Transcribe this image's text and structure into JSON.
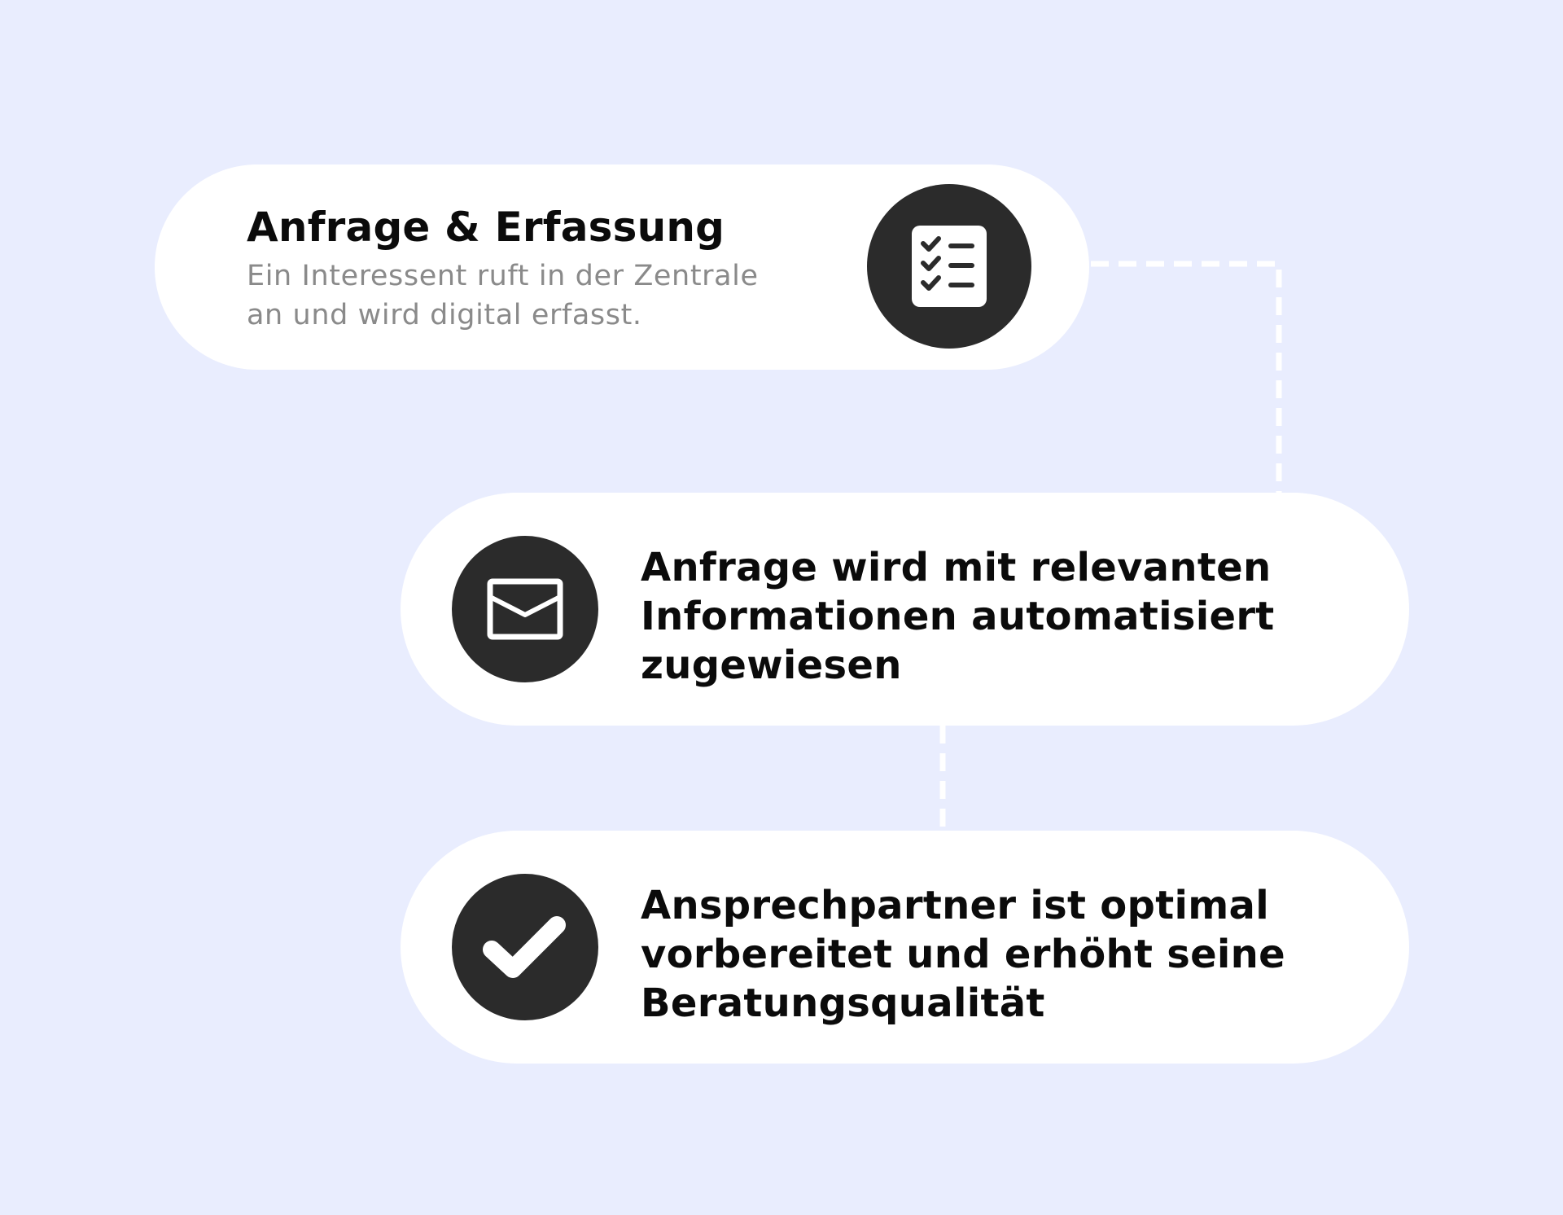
{
  "steps": [
    {
      "title": "Anfrage & Erfassung",
      "description_lines": [
        "Ein Interessent ruft in der Zentrale",
        "an und wird digital erfasst."
      ],
      "icon": "checklist-icon"
    },
    {
      "text_lines": [
        "Anfrage wird mit relevanten",
        "Informationen automatisiert",
        "zugewiesen"
      ],
      "icon": "envelope-icon"
    },
    {
      "text_lines": [
        "Ansprechpartner ist optimal",
        "vorbereitet und erhöht seine",
        "Beratungsqualität"
      ],
      "icon": "checkmark-icon"
    }
  ],
  "colors": {
    "background": "#e9edfe",
    "card": "#ffffff",
    "icon_circle": "#2b2b2b",
    "title": "#0b0b0b",
    "description": "#8a8a8a",
    "connector": "#ffffff"
  }
}
